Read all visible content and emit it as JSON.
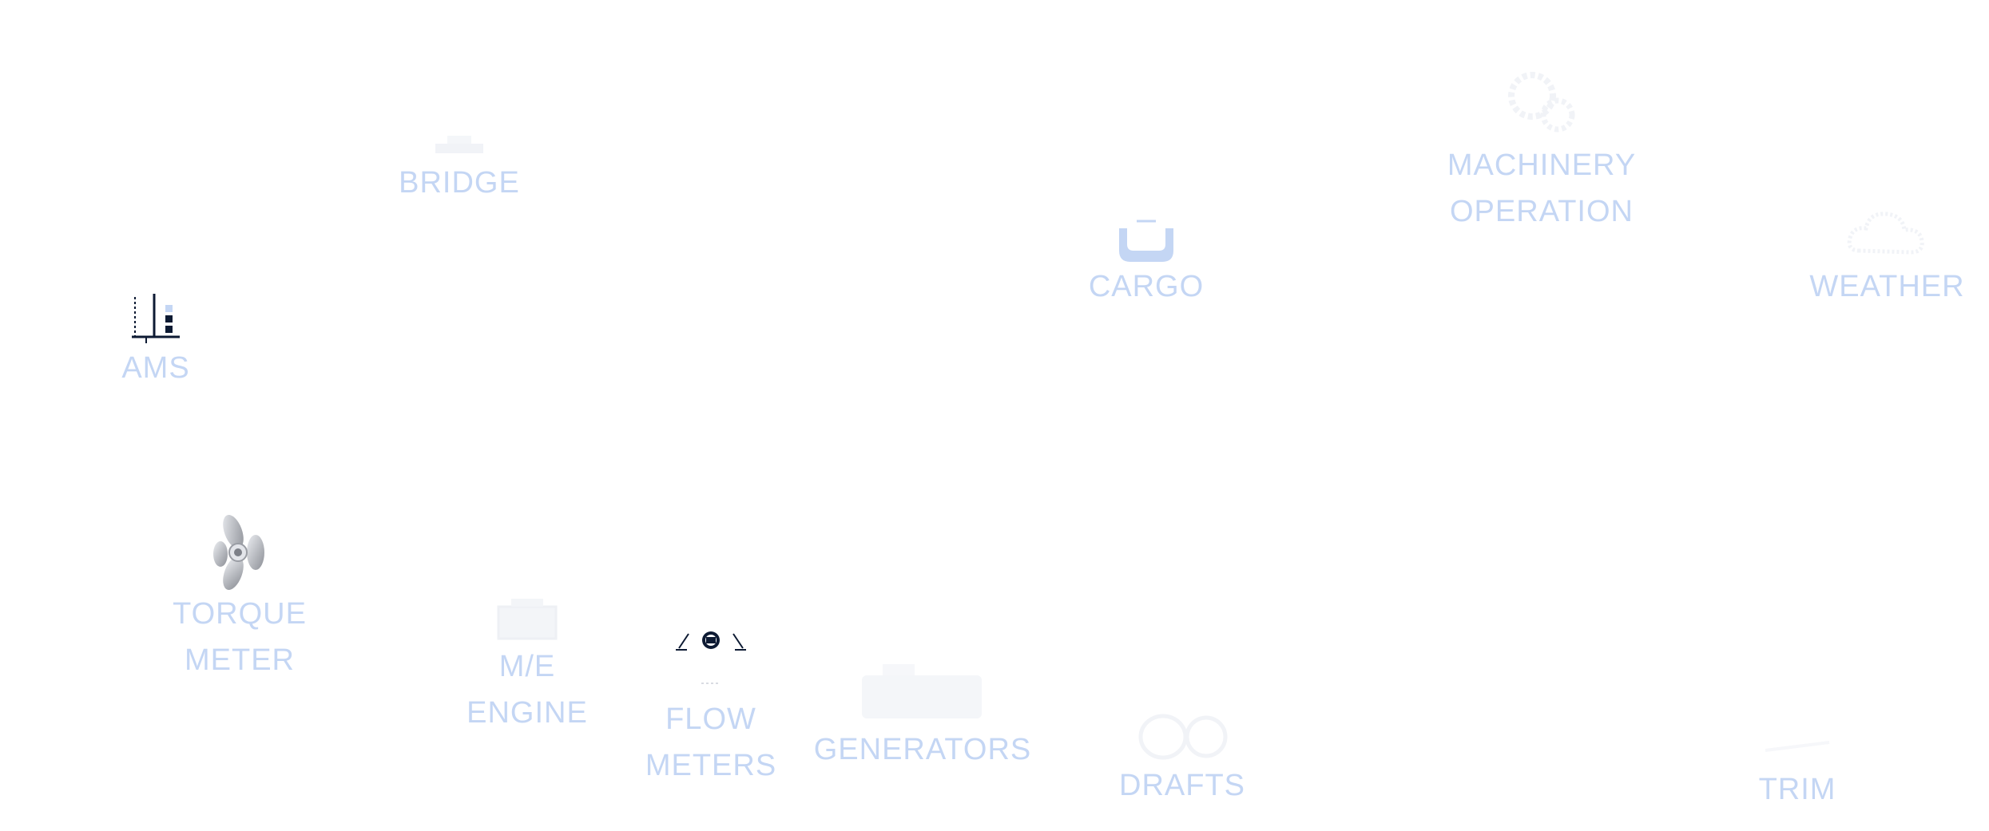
{
  "colors": {
    "label": "#c4d6f4",
    "icon_dark": "#0d1a33",
    "icon_light": "#c4d6f4",
    "icon_faint": "#f1f3f7"
  },
  "tiles": {
    "bridge": {
      "label": "BRIDGE",
      "icon": "ship-bridge-icon"
    },
    "cargo": {
      "label": "CARGO",
      "icon": "cargo-icon"
    },
    "machinery": {
      "label": "MACHINERY\nOPERATION",
      "icon": "gears-icon"
    },
    "weather": {
      "label": "WEATHER",
      "icon": "cloud-icon"
    },
    "ams": {
      "label": "AMS",
      "icon": "bar-chart-icon"
    },
    "torque": {
      "label": "TORQUE\nMETER",
      "icon": "propeller-icon"
    },
    "me_engine": {
      "label": "M/E\nENGINE",
      "icon": "engine-icon"
    },
    "flow_meters": {
      "label": "FLOW\nMETERS",
      "icon": "flow-meter-icon"
    },
    "generators": {
      "label": "GENERATORS",
      "icon": "generator-icon"
    },
    "drafts": {
      "label": "DRAFTS",
      "icon": "hull-draft-icon"
    },
    "trim": {
      "label": "TRIM",
      "icon": "trim-icon"
    }
  }
}
